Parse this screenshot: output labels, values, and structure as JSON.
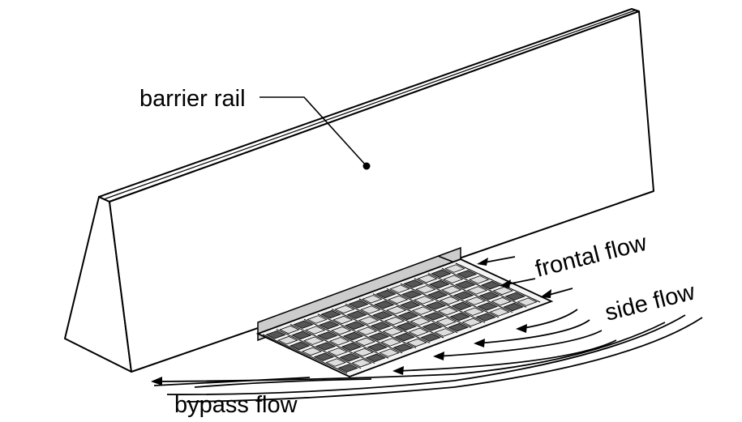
{
  "labels": {
    "barrier": "barrier rail",
    "frontal": "frontal flow",
    "side": "side flow",
    "bypass": "bypass flow"
  },
  "colors": {
    "line": "#000000",
    "background": "#ffffff",
    "back_wall": "#cccccc",
    "grate_bar": "#555555",
    "grate_slot": "#dddddd"
  },
  "grate": {
    "rows": 7,
    "columns": 14
  }
}
